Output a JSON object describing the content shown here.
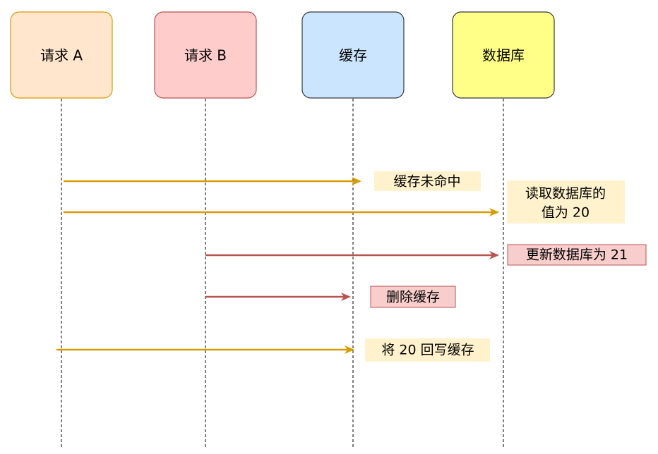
{
  "participants": [
    {
      "id": "req_a",
      "label": "请求 A",
      "fill": "#ffe6cc",
      "stroke": "#d79b00"
    },
    {
      "id": "req_b",
      "label": "请求 B",
      "fill": "#ffcccc",
      "stroke": "#b85450"
    },
    {
      "id": "cache",
      "label": "缓存",
      "fill": "#cce5ff",
      "stroke": "#36393d"
    },
    {
      "id": "db",
      "label": "数据库",
      "fill": "#ffff88",
      "stroke": "#36393d"
    }
  ],
  "messages": [
    {
      "from": "req_a",
      "to": "cache",
      "color": "#d79b00",
      "note": [
        "缓存未命中"
      ],
      "note_fill": "#fff2cc",
      "note_stroke": "none"
    },
    {
      "from": "req_a",
      "to": "db",
      "color": "#d79b00",
      "note": [
        "读取数据库的",
        "值为 20"
      ],
      "note_fill": "#fff2cc",
      "note_stroke": "none"
    },
    {
      "from": "req_b",
      "to": "db",
      "color": "#b85450",
      "note": [
        "更新数据库为 21"
      ],
      "note_fill": "#f8cecc",
      "note_stroke": "#b85450"
    },
    {
      "from": "req_b",
      "to": "cache",
      "color": "#b85450",
      "note": [
        "删除缓存"
      ],
      "note_fill": "#f8cecc",
      "note_stroke": "#b85450"
    },
    {
      "from": "req_a",
      "to": "cache",
      "color": "#d79b00",
      "note": [
        "将 20 回写缓存"
      ],
      "note_fill": "#fff2cc",
      "note_stroke": "none"
    }
  ]
}
